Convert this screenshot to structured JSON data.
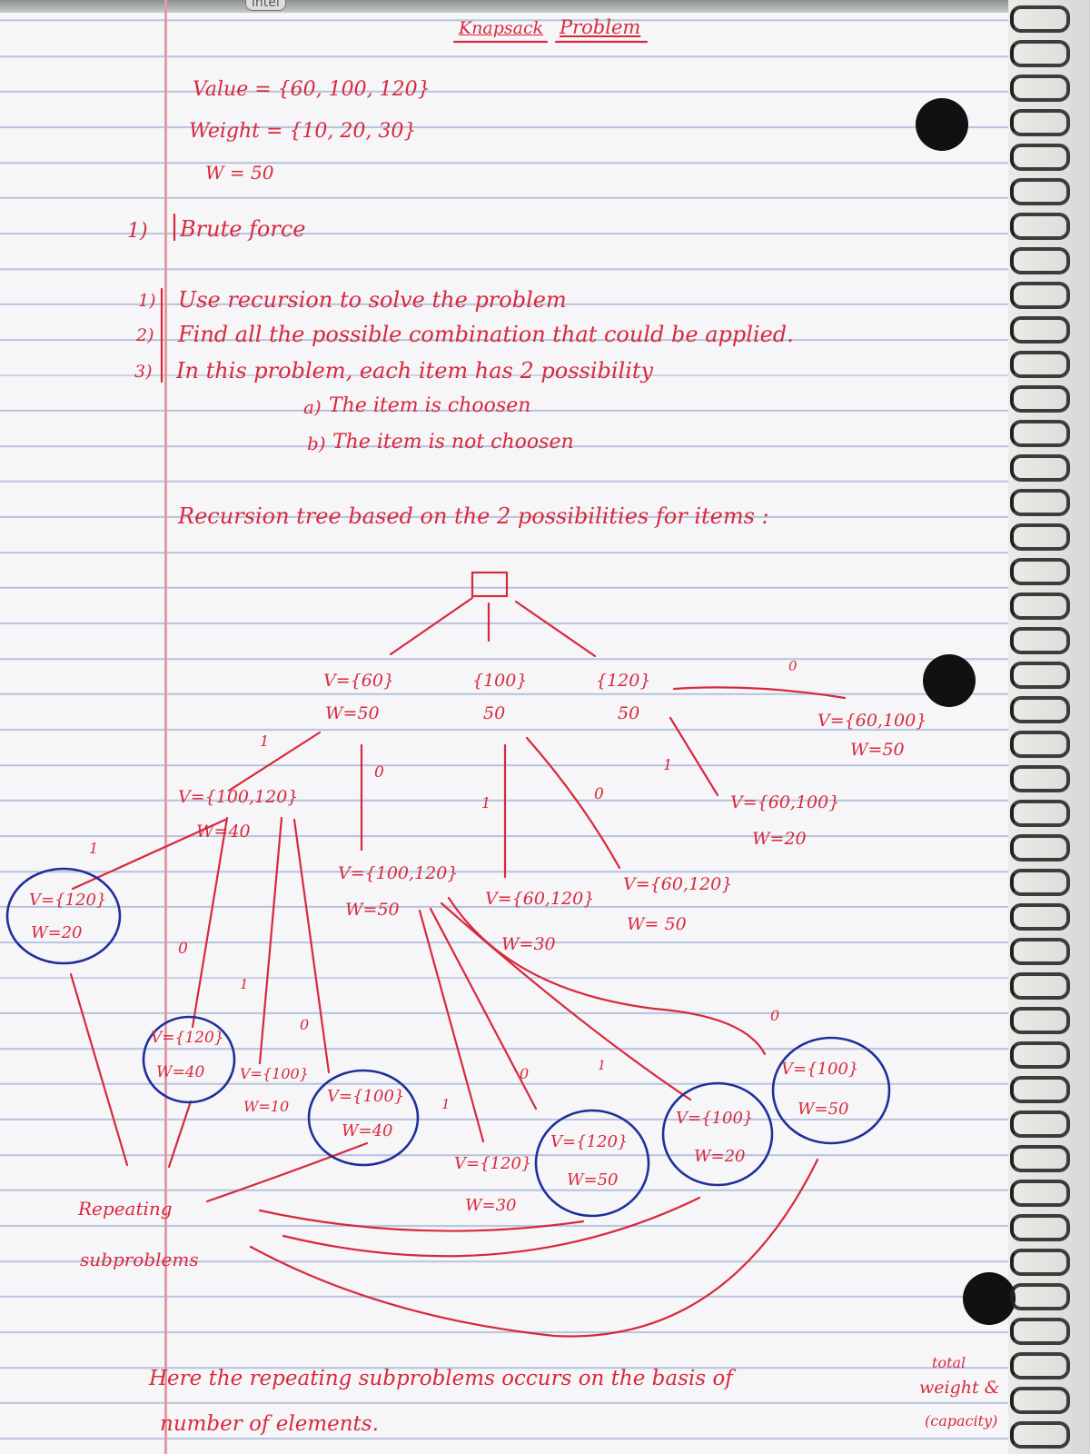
{
  "header": {
    "title_part1": "Knapsack",
    "title_part2": "Problem"
  },
  "given": {
    "value": "Value = {60, 100, 120}",
    "weight": "Weight = {10, 20, 30}",
    "capacity": "W = 50"
  },
  "section": {
    "number": "1)",
    "title": "Brute force"
  },
  "steps": [
    {
      "num": "1)",
      "text": "Use recursion to solve the problem"
    },
    {
      "num": "2)",
      "text": "Find all the possible combination that could be applied."
    },
    {
      "num": "3)",
      "text": "In this problem, each item has 2 possibility"
    }
  ],
  "possibilities": [
    {
      "label": "a)",
      "text": "The item is choosen"
    },
    {
      "label": "b)",
      "text": "The item is not choosen"
    }
  ],
  "tree_caption": "Recursion tree based on the 2 possibilities for items :",
  "nodes": {
    "v60": {
      "v": "V={60}",
      "w": "W=50"
    },
    "v100": {
      "v": "{100}",
      "w": "50"
    },
    "v120": {
      "v": "{120}",
      "w": "50"
    },
    "v60_100_top": {
      "v": "V={60,100}",
      "w": "W=50"
    },
    "v100_120_a": {
      "v": "V={100,120}",
      "w": "W=40"
    },
    "v100_120_b": {
      "v": "V={100,120}",
      "w": "W=50"
    },
    "v60_100_b": {
      "v": "V={60,100}",
      "w": "W=20"
    },
    "v60_120_a": {
      "v": "V={60,120}",
      "w": "W=30"
    },
    "v60_120_b": {
      "v": "V={60,120}",
      "w": "W= 50"
    },
    "c120_w20": {
      "v": "V={120}",
      "w": "W=20"
    },
    "c120_w40": {
      "v": "V={120}",
      "w": "W=40"
    },
    "n100_w10": {
      "v": "V={100}",
      "w": "W=10"
    },
    "c100_w40": {
      "v": "V={100}",
      "w": "W=40"
    },
    "n120_w30": {
      "v": "V={120}",
      "w": "W=30"
    },
    "c120_w50": {
      "v": "V={120}",
      "w": "W=50"
    },
    "c100_w20": {
      "v": "V={100}",
      "w": "W=20"
    },
    "c100_w50": {
      "v": "V={100}",
      "w": "W=50"
    }
  },
  "edge_labels": {
    "one": "1",
    "zero": "0"
  },
  "side_note": {
    "line1": "Repeating",
    "line2": "subproblems"
  },
  "conclusion": {
    "line1": "Here the repeating subproblems occurs on the basis of",
    "line2": "number of elements.",
    "aside1": "total",
    "aside2": "weight &",
    "aside3": "(capacity)"
  },
  "brand_mark": "intel",
  "colors": {
    "ink_red": "#d9283d",
    "ink_blue": "#1f2f9a",
    "paper": "#f6f6f8",
    "rule_line": "#b7c3de",
    "margin_line": "#e59aa4"
  }
}
